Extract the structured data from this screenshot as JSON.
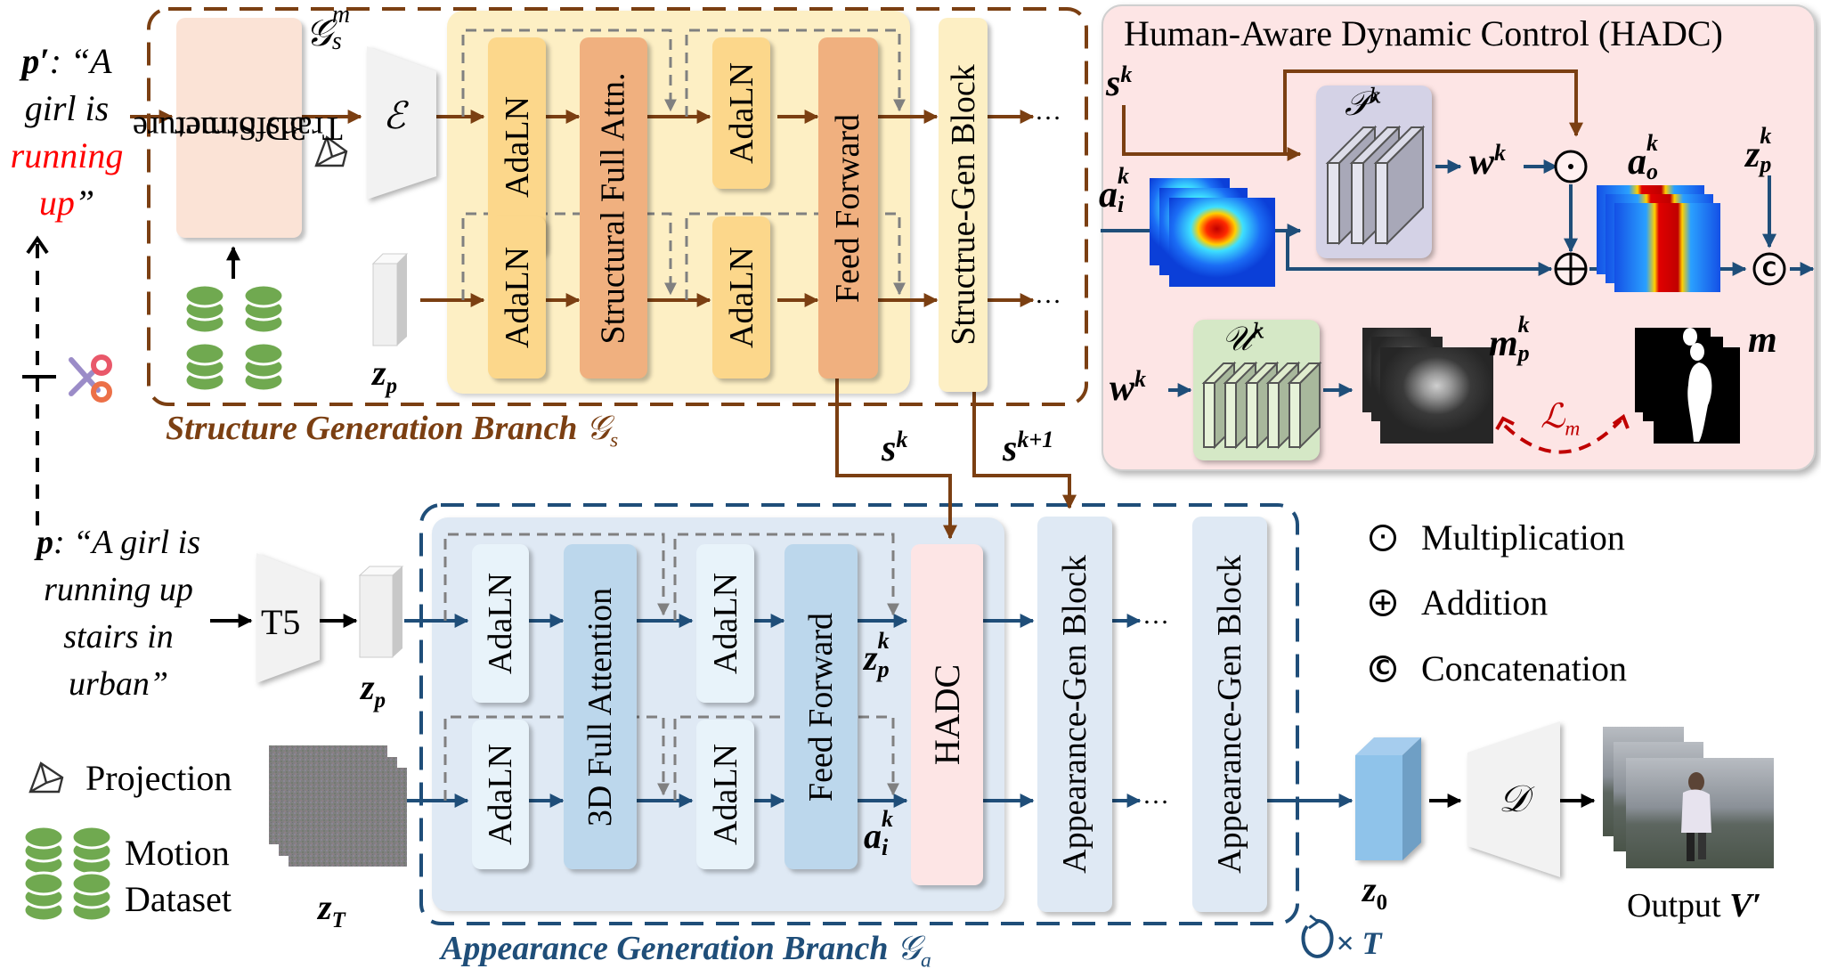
{
  "figure": {
    "prompt_edited": {
      "label": "p′",
      "text_open": "“A",
      "text_line2": "girl is",
      "text_highlight_1": "running",
      "text_highlight_2": "up",
      "text_close": "”",
      "highlight_color": "#ff0000"
    },
    "prompt_original": {
      "label": "p",
      "line1": "“A girl is",
      "line2": "running up",
      "line3": "stairs in",
      "line4": "urban”"
    },
    "structure_branch": {
      "title": "Structure Generation Branch",
      "title_symbol": "𝒢",
      "title_sub": "s",
      "color": "#7b3f12",
      "transformer_label_1": "3D Structure",
      "transformer_label_2": "Transformer",
      "gsm_symbol": "𝒢",
      "gsm_sup": "m",
      "gsm_sub": "s",
      "encoder_symbol": "ℰ",
      "zp_label": "z",
      "zp_sub": "p",
      "blocks": {
        "adaln_top_1": "AdaLN",
        "adaln_bottom_1": "AdaLN",
        "attn": "Structural Full Attn.",
        "adaln_top_2": "AdaLN",
        "adaln_bottom_2": "AdaLN",
        "ffn": "Feed Forward",
        "gen_block": "Structrue-Gen Block"
      },
      "ellipsis": "…",
      "out_sk": "s",
      "out_sk_sup": "k",
      "out_sk1": "s",
      "out_sk1_sup": "k+1"
    },
    "appearance_branch": {
      "title": "Appearance Generation Branch",
      "title_symbol": "𝒢",
      "title_sub": "a",
      "color": "#1f4e79",
      "t5_label": "T5",
      "zp_label": "z",
      "zp_sub": "p",
      "zt_label": "z",
      "zt_sub": "T",
      "blocks": {
        "adaln_top_1": "AdaLN",
        "adaln_bottom_1": "AdaLN",
        "attn": "3D Full Attention",
        "adaln_top_2": "AdaLN",
        "adaln_bottom_2": "AdaLN",
        "ffn": "Feed Forward",
        "hadc": "HADC",
        "gen_block_1": "Appearance-Gen Block",
        "gen_block_2": "Appearance-Gen Block"
      },
      "zpk_label": "z",
      "zpk_sub": "p",
      "zpk_sup": "k",
      "aik_label": "a",
      "aik_sub": "i",
      "aik_sup": "k",
      "ellipsis": "…",
      "loop_label": "× T",
      "z0_label": "z",
      "z0_sub": "0",
      "decoder_symbol": "𝒟",
      "output_label": "Output",
      "output_symbol": "V′"
    },
    "hadc_panel": {
      "title": "Human-Aware Dynamic Control (HADC)",
      "sk": "s",
      "sk_sup": "k",
      "pk": "𝒫",
      "pk_sup": "k",
      "wk": "w",
      "wk_sup": "k",
      "aik": "a",
      "aik_sub": "i",
      "aik_sup": "k",
      "aok": "a",
      "aok_sub": "o",
      "aok_sup": "k",
      "zpk": "z",
      "zpk_sub": "p",
      "zpk_sup": "k",
      "uk": "𝒰",
      "uk_sup": "k",
      "wk2": "w",
      "wk2_sup": "k",
      "mpk": "m",
      "mpk_sub": "p",
      "mpk_sup": "k",
      "m": "m",
      "loss": "ℒ",
      "loss_sub": "m",
      "loss_color": "#c00000"
    },
    "legend": {
      "projection": "Projection",
      "motion_line1": "Motion",
      "motion_line2": "Dataset",
      "multiplication": "Multiplication",
      "addition": "Addition",
      "concatenation": "Concatenation",
      "mult_symbol": "⊙",
      "add_symbol": "⊕",
      "concat_symbol": "C"
    }
  }
}
